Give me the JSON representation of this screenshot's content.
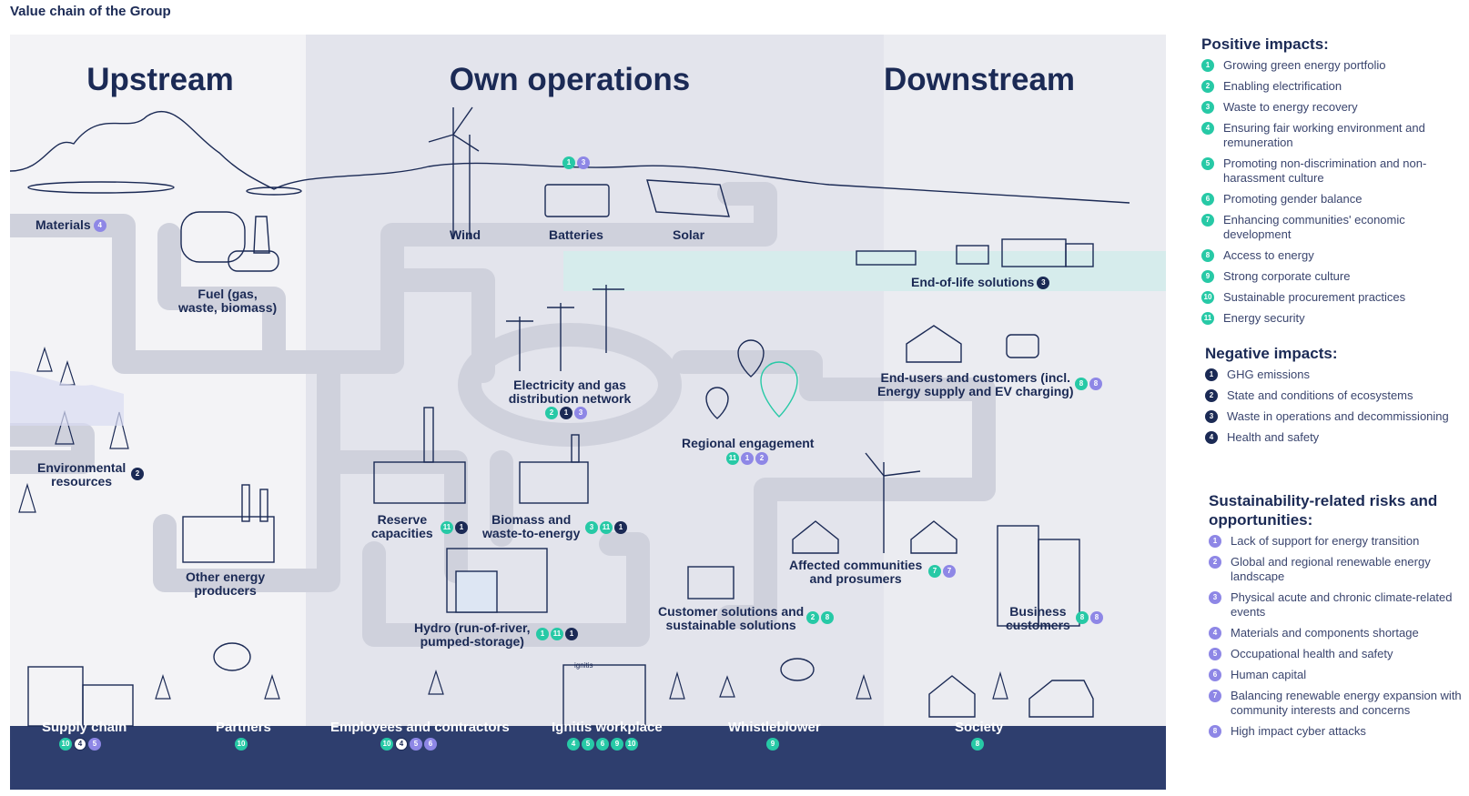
{
  "title": "Value chain of the Group",
  "colors": {
    "navy": "#1b2a55",
    "teal": "#27c9a6",
    "purple": "#8e87e6",
    "band": "#2e3e6e"
  },
  "zones": {
    "upstream": "Upstream",
    "own": "Own operations",
    "downstream": "Downstream"
  },
  "nodes": {
    "materials": {
      "label": "Materials",
      "badges": [
        {
          "t": "risk",
          "n": "4"
        }
      ]
    },
    "fuel": {
      "label": "Fuel (gas,\nwaste, biomass)"
    },
    "environmental": {
      "label": "Environmental\nresources",
      "badges": [
        {
          "t": "neg",
          "n": "2"
        }
      ]
    },
    "other_energy": {
      "label": "Other energy\nproducers"
    },
    "wind": {
      "label": "Wind"
    },
    "batteries": {
      "label": "Batteries"
    },
    "solar": {
      "label": "Solar"
    },
    "generation_badges": [
      {
        "t": "pos",
        "n": "1"
      },
      {
        "t": "risk",
        "n": "3"
      }
    ],
    "network": {
      "label": "Electricity and gas\ndistribution network",
      "badges": [
        {
          "t": "pos",
          "n": "2"
        },
        {
          "t": "neg",
          "n": "1"
        },
        {
          "t": "risk",
          "n": "3"
        }
      ]
    },
    "reserve": {
      "label": "Reserve\ncapacities",
      "badges": [
        {
          "t": "pos",
          "n": "11"
        },
        {
          "t": "neg",
          "n": "1"
        }
      ]
    },
    "biomass": {
      "label": "Biomass and\nwaste-to-energy",
      "badges": [
        {
          "t": "pos",
          "n": "3"
        },
        {
          "t": "pos",
          "n": "11"
        },
        {
          "t": "neg",
          "n": "1"
        }
      ]
    },
    "hydro": {
      "label": "Hydro (run-of-river,\npumped-storage)",
      "badges": [
        {
          "t": "pos",
          "n": "1"
        },
        {
          "t": "pos",
          "n": "11"
        },
        {
          "t": "neg",
          "n": "1"
        }
      ]
    },
    "regional": {
      "label": "Regional engagement",
      "badges": [
        {
          "t": "pos",
          "n": "11"
        },
        {
          "t": "risk",
          "n": "1"
        },
        {
          "t": "risk",
          "n": "2"
        }
      ]
    },
    "customer_solutions": {
      "label": "Customer solutions and\nsustainable solutions",
      "badges": [
        {
          "t": "pos",
          "n": "2"
        },
        {
          "t": "pos",
          "n": "8"
        }
      ]
    },
    "end_of_life": {
      "label": "End-of-life solutions",
      "badges": [
        {
          "t": "neg",
          "n": "3"
        }
      ]
    },
    "end_users": {
      "label": "End-users and customers (incl.\nEnergy supply and EV charging)",
      "badges": [
        {
          "t": "pos",
          "n": "8"
        },
        {
          "t": "risk",
          "n": "8"
        }
      ]
    },
    "affected": {
      "label": "Affected communities\nand prosumers",
      "badges": [
        {
          "t": "pos",
          "n": "7"
        },
        {
          "t": "risk",
          "n": "7"
        }
      ]
    },
    "business": {
      "label": "Business\ncustomers",
      "badges": [
        {
          "t": "pos",
          "n": "8"
        },
        {
          "t": "risk",
          "n": "8"
        }
      ]
    }
  },
  "stakeholders": [
    {
      "label": "Supply chain",
      "badges": [
        {
          "t": "pos",
          "n": "10"
        },
        {
          "t": "negw",
          "n": "4"
        },
        {
          "t": "risk",
          "n": "5"
        }
      ]
    },
    {
      "label": "Partners",
      "badges": [
        {
          "t": "pos",
          "n": "10"
        }
      ]
    },
    {
      "label": "Employees and contractors",
      "badges": [
        {
          "t": "pos",
          "n": "10"
        },
        {
          "t": "negw",
          "n": "4"
        },
        {
          "t": "risk",
          "n": "5"
        },
        {
          "t": "risk",
          "n": "6"
        }
      ]
    },
    {
      "label": "Ignitis workplace",
      "badges": [
        {
          "t": "pos",
          "n": "4"
        },
        {
          "t": "pos",
          "n": "5"
        },
        {
          "t": "pos",
          "n": "6"
        },
        {
          "t": "pos",
          "n": "9"
        },
        {
          "t": "pos",
          "n": "10"
        }
      ]
    },
    {
      "label": "Whistleblower",
      "badges": [
        {
          "t": "pos",
          "n": "9"
        }
      ]
    },
    {
      "label": "Society",
      "badges": [
        {
          "t": "pos",
          "n": "8"
        }
      ]
    }
  ],
  "ignitis_sign": "ignitis",
  "legend": {
    "positive": {
      "title": "Positive impacts:",
      "items": [
        {
          "n": "1",
          "text": "Growing green energy portfolio"
        },
        {
          "n": "2",
          "text": "Enabling electrification"
        },
        {
          "n": "3",
          "text": "Waste to energy recovery"
        },
        {
          "n": "4",
          "text": "Ensuring fair working environment and remuneration"
        },
        {
          "n": "5",
          "text": "Promoting non-discrimination and non-harassment culture"
        },
        {
          "n": "6",
          "text": "Promoting gender balance"
        },
        {
          "n": "7",
          "text": "Enhancing communities' economic development"
        },
        {
          "n": "8",
          "text": "Access to energy"
        },
        {
          "n": "9",
          "text": "Strong corporate culture"
        },
        {
          "n": "10",
          "text": "Sustainable procurement practices"
        },
        {
          "n": "11",
          "text": "Energy security"
        }
      ]
    },
    "negative": {
      "title": "Negative impacts:",
      "items": [
        {
          "n": "1",
          "text": "GHG emissions"
        },
        {
          "n": "2",
          "text": "State and conditions of ecosystems"
        },
        {
          "n": "3",
          "text": "Waste in operations and decommissioning"
        },
        {
          "n": "4",
          "text": "Health and safety"
        }
      ]
    },
    "risks": {
      "title": "Sustainability-related risks and opportunities:",
      "items": [
        {
          "n": "1",
          "text": "Lack of support for energy transition"
        },
        {
          "n": "2",
          "text": "Global and regional renewable energy landscape"
        },
        {
          "n": "3",
          "text": "Physical acute and chronic climate-related events"
        },
        {
          "n": "4",
          "text": "Materials and components shortage"
        },
        {
          "n": "5",
          "text": "Occupational health and safety"
        },
        {
          "n": "6",
          "text": "Human capital"
        },
        {
          "n": "7",
          "text": "Balancing renewable energy expansion with community interests and concerns"
        },
        {
          "n": "8",
          "text": "High impact cyber attacks"
        }
      ]
    }
  }
}
